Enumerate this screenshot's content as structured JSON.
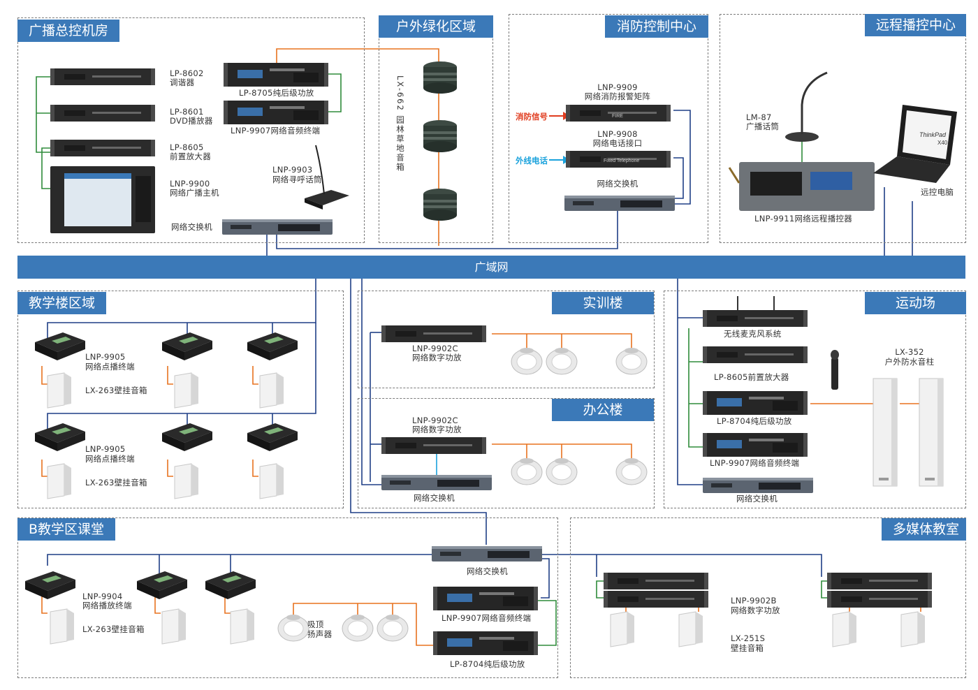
{
  "zones": {
    "control_room": "广播总控机房",
    "outdoor": "户外绿化区域",
    "fire": "消防控制中心",
    "remote": "远程播控中心",
    "teaching": "教学楼区域",
    "training": "实训楼",
    "office": "办公楼",
    "sports": "运动场",
    "classroom_b": "B教学区课堂",
    "multimedia": "多媒体教室"
  },
  "wan": "广域网",
  "labels": {
    "lp8602": "LP-8602",
    "lp8602_sub": "调谐器",
    "lp8601": "LP-8601",
    "lp8601_sub": "DVD播放器",
    "lp8605": "LP-8605",
    "lp8605_sub": "前置放大器",
    "lnp9900": "LNP-9900",
    "lnp9900_sub": "网络广播主机",
    "switch": "网络交换机",
    "lp8705": "LP-8705纯后级功放",
    "lnp9907": "LNP-9907网络音频终端",
    "lnp9903": "LNP-9903",
    "lnp9903_sub": "网络寻呼话筒",
    "lx662": "LX-662 园林草地音箱",
    "lnp9909": "LNP-9909",
    "lnp9909_sub": "网络消防报警矩阵",
    "fire_signal": "消防信号",
    "lnp9908": "LNP-9908",
    "lnp9908_sub": "网络电话接口",
    "ext_phone": "外线电话",
    "lm87": "LM-87",
    "lm87_sub": "广播话筒",
    "remote_pc": "远控电脑",
    "lnp9911": "LNP-9911网络远程播控器",
    "lnp9905": "LNP-9905",
    "lnp9905_sub": "网络点播终端",
    "lx263": "LX-263壁挂音箱",
    "lnp9902c": "LNP-9902C",
    "lnp9902c_sub": "网络数字功放",
    "wireless_mic": "无线麦克风系统",
    "lp8605_pre": "LP-8605前置放大器",
    "lp8704": "LP-8704纯后级功放",
    "lx352": "LX-352",
    "lx352_sub": "户外防水音柱",
    "lnp9904": "LNP-9904",
    "lnp9904_sub": "网络播放终端",
    "ceiling": "吸顶",
    "ceiling_sub": "扬声器",
    "lnp9902b": "LNP-9902B",
    "lnp9902b_sub": "网络数字功放",
    "lx251s": "LX-251S",
    "lx251s_sub": "壁挂音箱"
  },
  "panel_texts": {
    "fire": "FIRE",
    "fixed_telephone": "Fixed Telephone",
    "thinkpad": "ThinkPad",
    "x40": "X40"
  },
  "colors": {
    "zone_title": "#3b79b8",
    "network_line": "#1f3f86",
    "audio_line": "#e8721f",
    "link_line": "#2e8b3a",
    "fire_signal": "#e03c1f",
    "phone_signal": "#1aa2dc"
  }
}
